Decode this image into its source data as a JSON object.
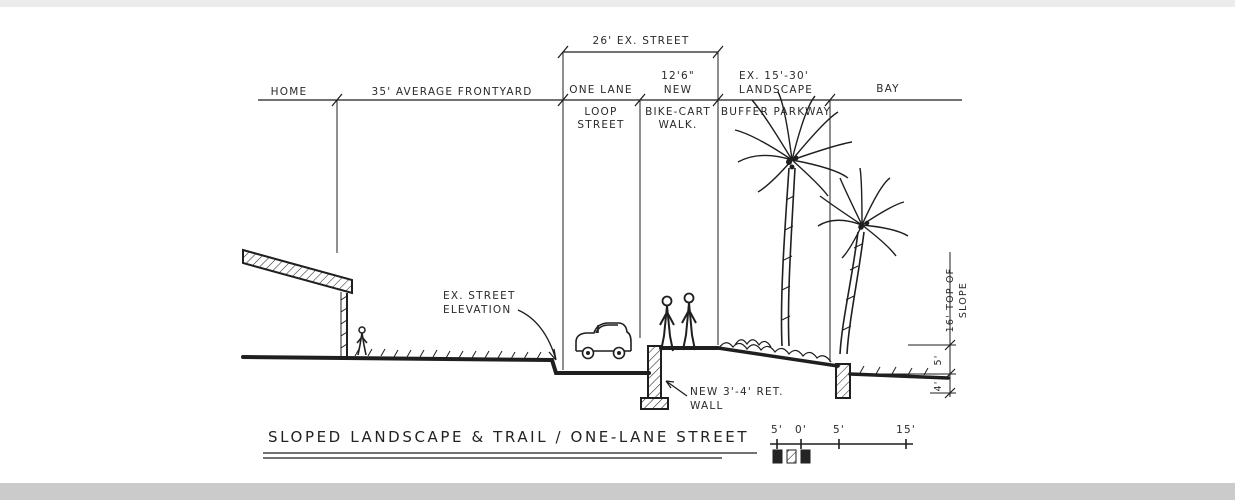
{
  "dims": {
    "street26": "26' EX. STREET",
    "home": "HOME",
    "frontyard": "35' AVERAGE FRONTYARD",
    "one_lane": "ONE LANE",
    "loop": "LOOP",
    "street": "STREET",
    "w126": "12'6\"",
    "new": "NEW",
    "bike_cart": "BIKE-CART",
    "walk": "WALK.",
    "ex1530": "EX. 15'-30'",
    "landscape": "LANDSCAPE",
    "buffer_parkway": "BUFFER PARKWAY",
    "bay": "BAY"
  },
  "annotations": {
    "ex_street": "EX. STREET",
    "elevation": "ELEVATION",
    "new_wall": "NEW 3'-4' RET.",
    "wall": "WALL",
    "top_of_slope": "16' TOP OF",
    "slope": "SLOPE",
    "d5": "5'",
    "d4": "4'"
  },
  "title": "SLOPED LANDSCAPE & TRAIL / ONE-LANE STREET",
  "scale": {
    "m0": "5'",
    "m1": "0'",
    "m2": "5'",
    "m3": "15'"
  }
}
